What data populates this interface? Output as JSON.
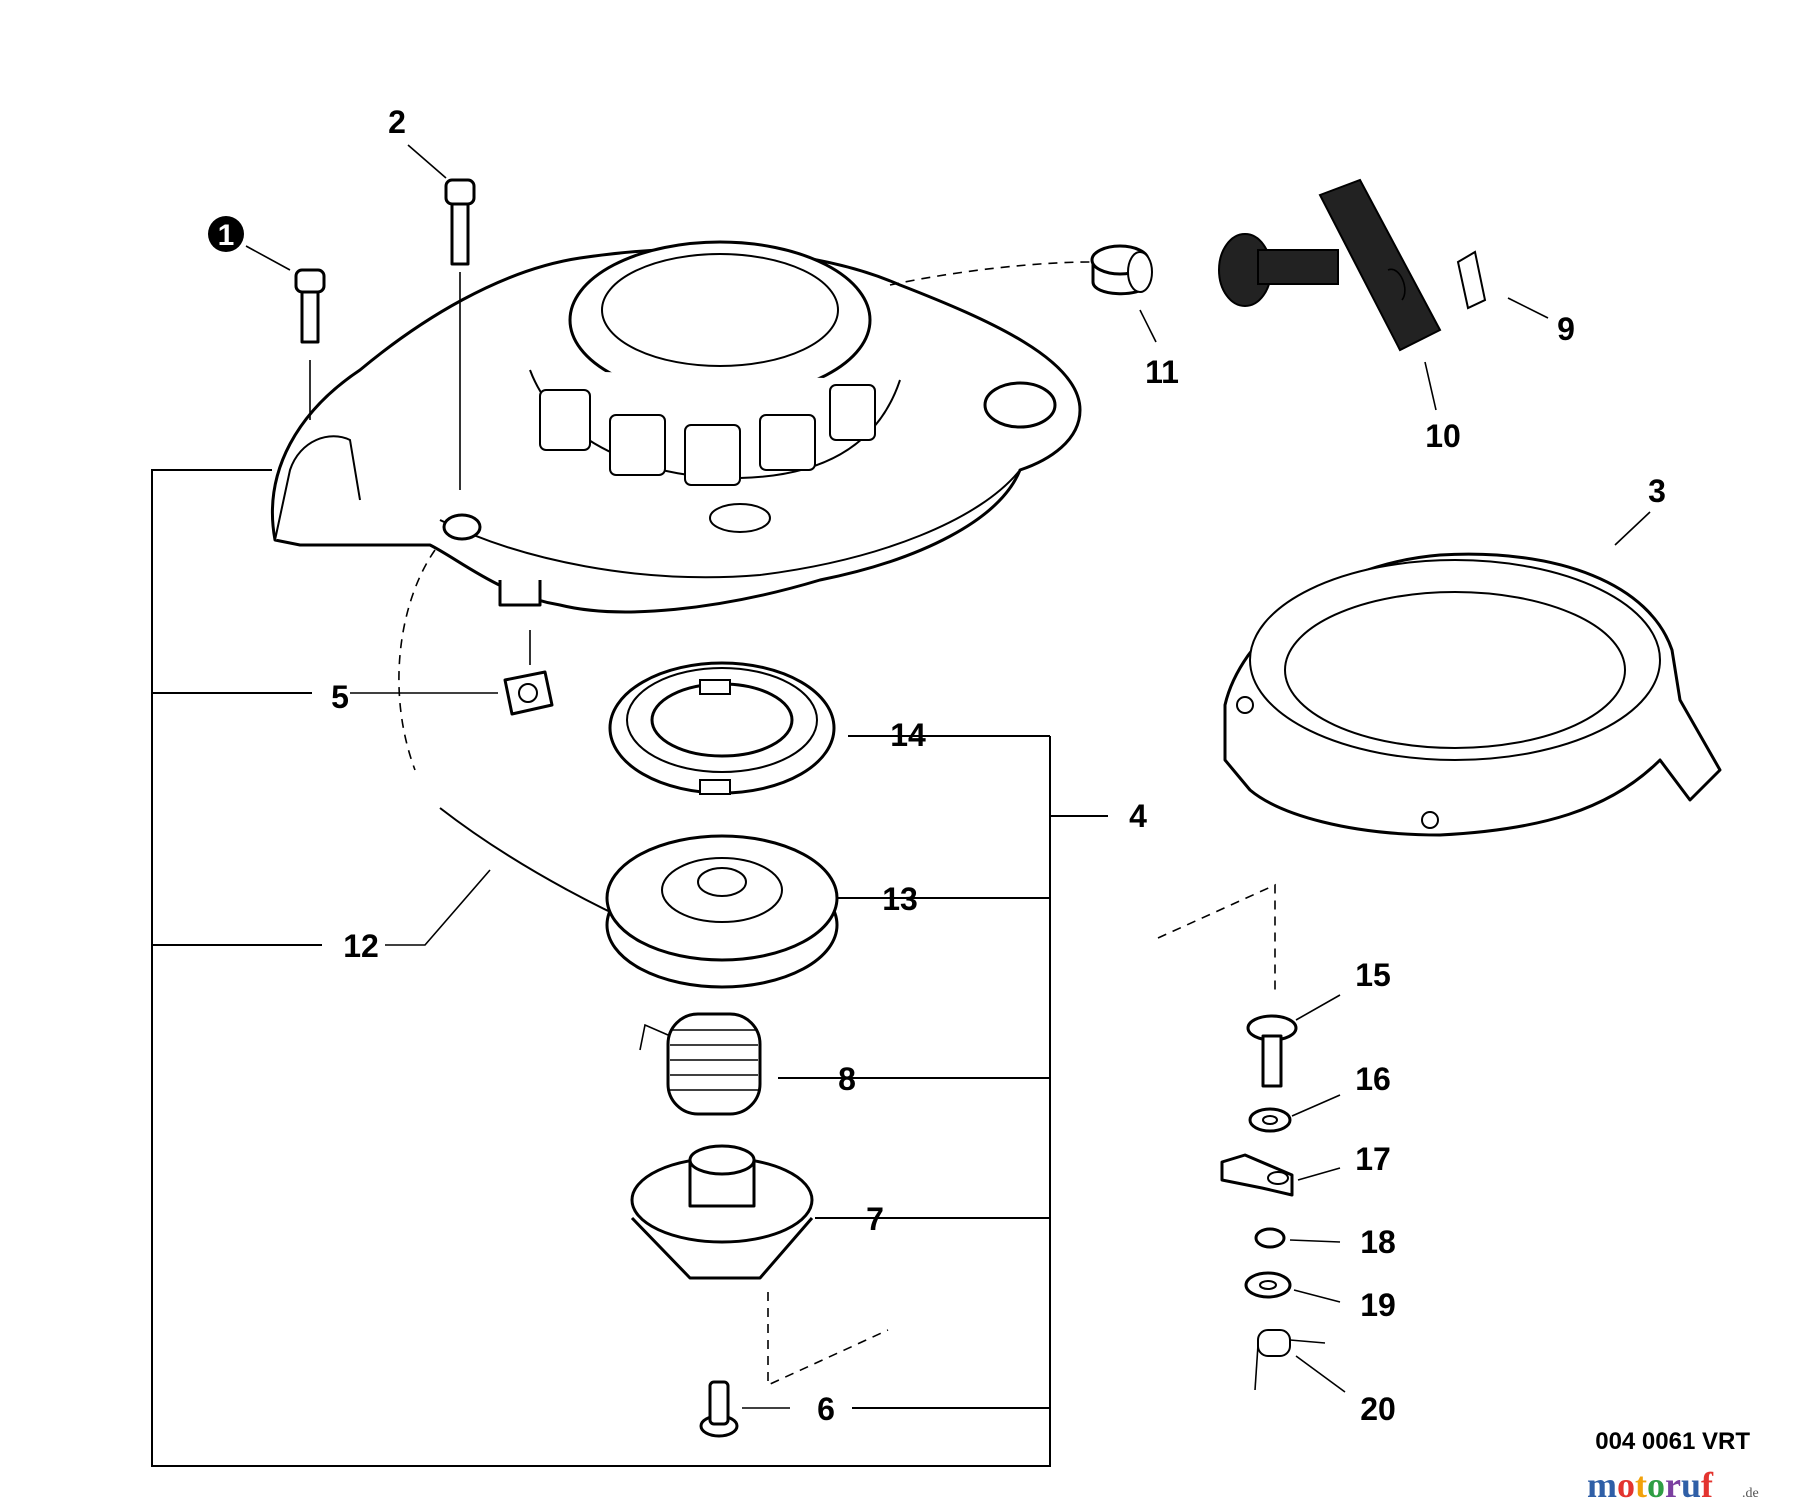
{
  "callouts": {
    "c1": "1",
    "c2": "2",
    "c3": "3",
    "c4": "4",
    "c5": "5",
    "c6": "6",
    "c7": "7",
    "c8": "8",
    "c9": "9",
    "c10": "10",
    "c11": "11",
    "c12": "12",
    "c13": "13",
    "c14": "14",
    "c15": "15",
    "c16": "16",
    "c17": "17",
    "c18": "18",
    "c19": "19",
    "c20": "20"
  },
  "drawing_code": "004 0061 VRT",
  "watermark": {
    "text": "motoruf",
    "tld": ".de",
    "colors": [
      "#2f5fa7",
      "#e3342f",
      "#f2a20a",
      "#2f9e44",
      "#7b3fa0",
      "#2f5fa7",
      "#e3342f"
    ]
  },
  "colors": {
    "ink": "#000000",
    "background": "#ffffff",
    "badge": "#000000"
  }
}
